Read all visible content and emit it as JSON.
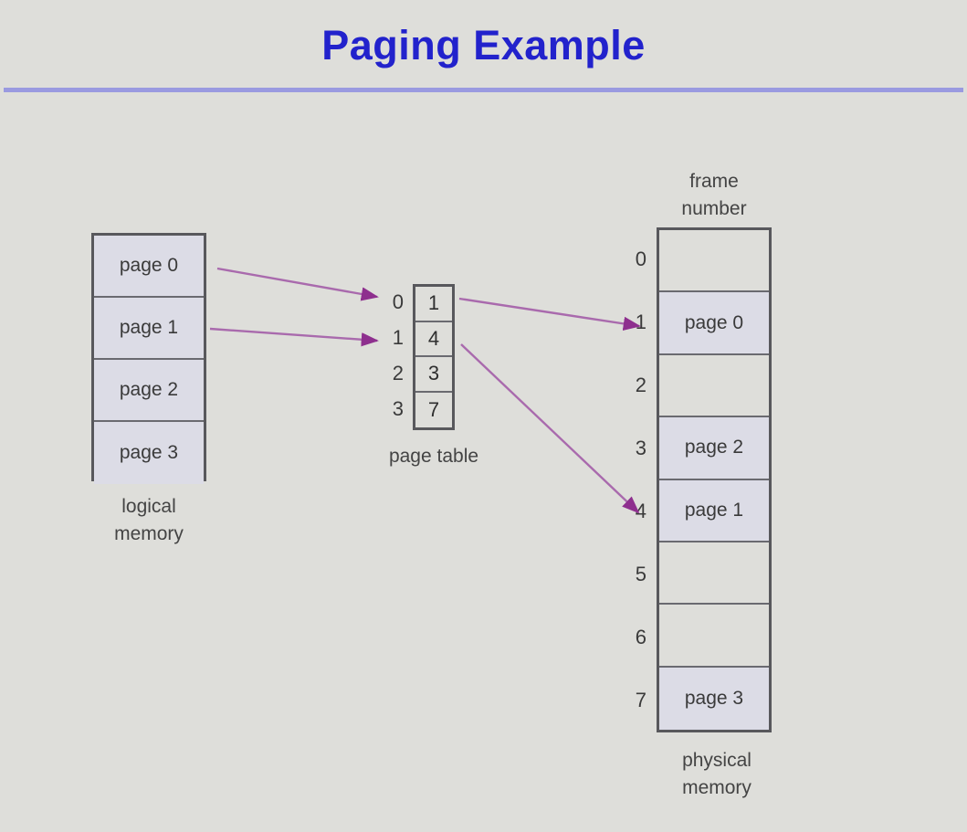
{
  "slide": {
    "title": "Paging Example",
    "title_color": "#2222cc",
    "rule_color": "#9a9ae0",
    "background_color": "#dededa"
  },
  "diagram": {
    "type": "paging-address-translation",
    "arrow_color": "#9b5aa0",
    "logical_memory": {
      "caption": "logical\nmemory",
      "cells": [
        {
          "label": "page 0"
        },
        {
          "label": "page 1"
        },
        {
          "label": "page 2"
        },
        {
          "label": "page 3"
        }
      ]
    },
    "page_table": {
      "caption": "page table",
      "indices": [
        "0",
        "1",
        "2",
        "3"
      ],
      "values": [
        "1",
        "4",
        "3",
        "7"
      ]
    },
    "physical_memory": {
      "header": "frame\nnumber",
      "caption": "physical\nmemory",
      "indices": [
        "0",
        "1",
        "2",
        "3",
        "4",
        "5",
        "6",
        "7"
      ],
      "frames": [
        {
          "index": "0",
          "label": "",
          "filled": false
        },
        {
          "index": "1",
          "label": "page 0",
          "filled": true
        },
        {
          "index": "2",
          "label": "",
          "filled": false
        },
        {
          "index": "3",
          "label": "page 2",
          "filled": true
        },
        {
          "index": "4",
          "label": "page 1",
          "filled": true
        },
        {
          "index": "5",
          "label": "",
          "filled": false
        },
        {
          "index": "6",
          "label": "",
          "filled": false
        },
        {
          "index": "7",
          "label": "page 3",
          "filled": true
        }
      ]
    },
    "arrows": [
      {
        "from": "logical page 0",
        "to": "page table entry 0"
      },
      {
        "from": "logical page 1",
        "to": "page table entry 1"
      },
      {
        "from": "page table entry 0 (value 1)",
        "to": "frame 1"
      },
      {
        "from": "page table entry 1 (value 4)",
        "to": "frame 4"
      }
    ]
  }
}
